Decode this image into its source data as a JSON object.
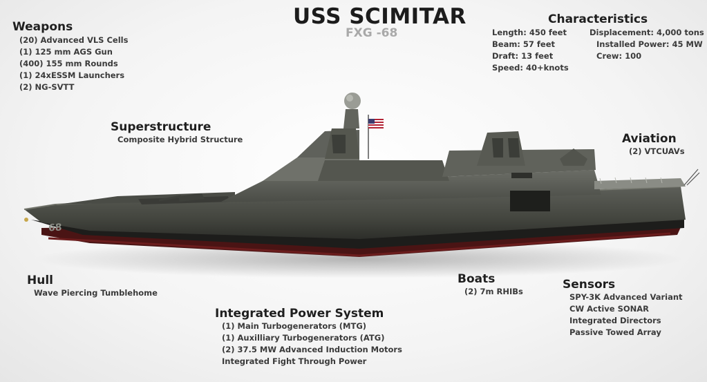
{
  "title": "USS SCIMITAR",
  "subtitle": "FXG -68",
  "hull_number": "68",
  "weapons": {
    "heading": "Weapons",
    "items": [
      "(20) Advanced VLS Cells",
      "(1) 125 mm AGS Gun",
      "(400) 155 mm Rounds",
      "(1) 24xESSM Launchers",
      "(2) NG-SVTT"
    ]
  },
  "characteristics": {
    "heading": "Characteristics",
    "left": [
      "Length: 450 feet",
      "Beam: 57 feet",
      "Draft:  13 feet",
      "Speed: 40+knots"
    ],
    "right": [
      "Displacement: 4,000 tons",
      "Installed Power: 45 MW",
      "Crew: 100"
    ]
  },
  "superstructure": {
    "heading": "Superstructure",
    "items": [
      "Composite Hybrid Structure"
    ]
  },
  "aviation": {
    "heading": "Aviation",
    "items": [
      "(2) VTCUAVs"
    ]
  },
  "hull": {
    "heading": "Hull",
    "items": [
      "Wave Piercing Tumblehome"
    ]
  },
  "boats": {
    "heading": "Boats",
    "items": [
      "(2) 7m RHIBs"
    ]
  },
  "sensors": {
    "heading": "Sensors",
    "items": [
      "SPY-3K Advanced Variant",
      "CW Active SONAR",
      "Integrated Directors",
      "Passive Towed Array"
    ]
  },
  "power": {
    "heading": "Integrated Power System",
    "items": [
      "(1) Main Turbogenerators (MTG)",
      "(1) Auxilliary Turbogenerators (ATG)",
      "(2) 37.5 MW Advanced Induction Motors",
      "Integrated Fight Through Power"
    ]
  }
}
